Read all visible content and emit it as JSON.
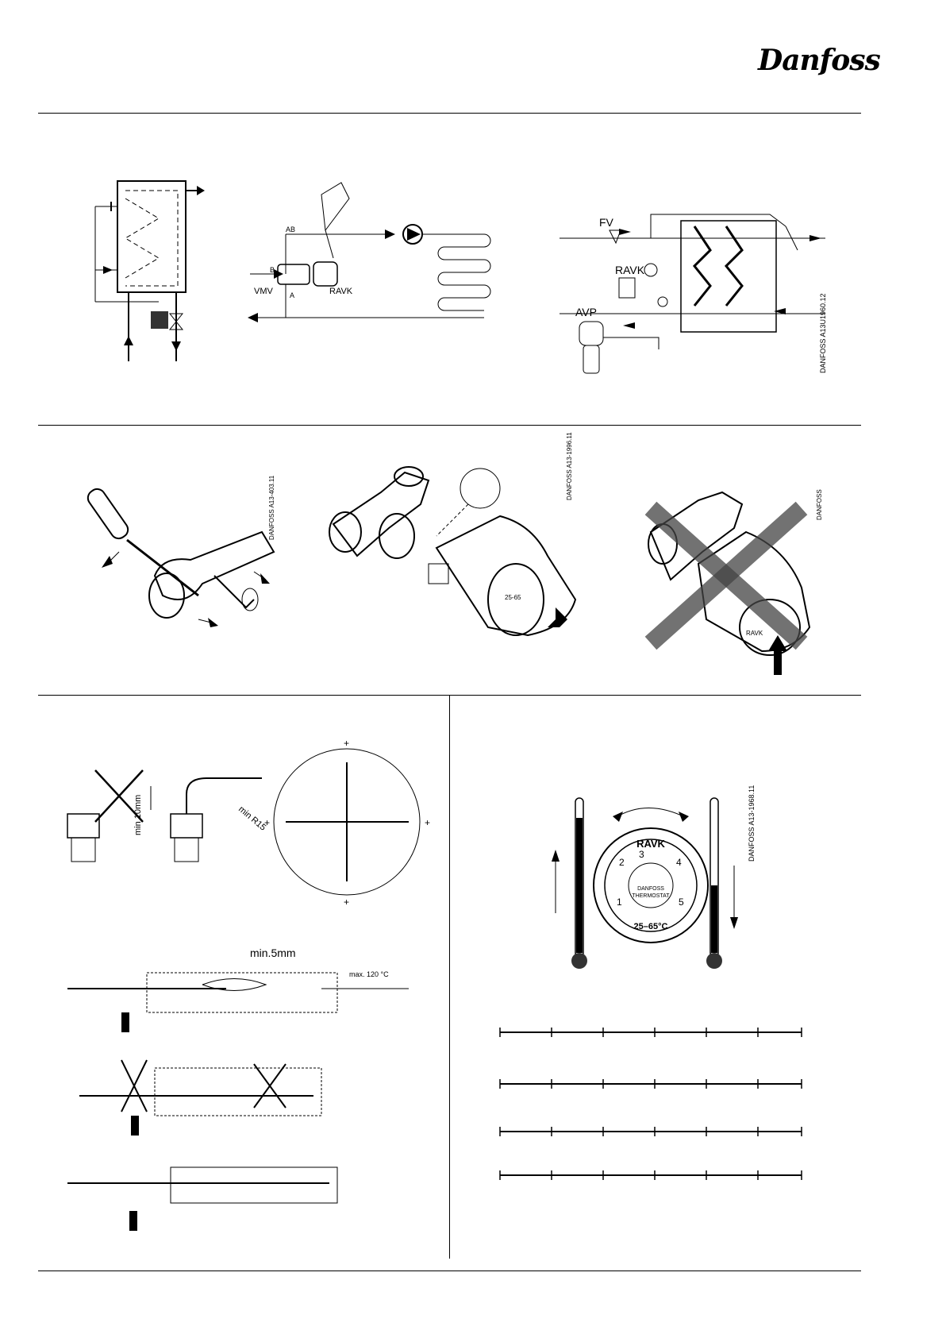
{
  "logo": {
    "text": "Danfoss"
  },
  "fig1": {
    "c_vmv": "VMV",
    "c_ravk": "RAVK",
    "c_ab": "AB",
    "c_a": "A",
    "c_b": "B",
    "r_fv": "FV",
    "r_ravk": "RAVK",
    "r_avp": "AVP",
    "r_code": "DANFOSS A13U1960.12"
  },
  "fig2": {
    "a_code": "DANFOSS A13-403.11",
    "b_code": "DANFOSS A13-1996.11",
    "c_code": "DANFOSS",
    "knob_ravk": "RAVK",
    "knob_range": "25-65"
  },
  "fig3": {
    "min10": "min 10mm",
    "minR15": "min R15",
    "min5": "min.5mm",
    "max120": "max. 120 °C",
    "plus": "+"
  },
  "fig4": {
    "dial_brand": "RAVK",
    "dial_line1": "DANFOSS",
    "dial_line2": "THERMOSTAT",
    "dial_range": "25–65°C",
    "dial_numbers": [
      "1",
      "2",
      "3",
      "4",
      "5"
    ],
    "code": "DANFOSS A13-1968.11"
  }
}
